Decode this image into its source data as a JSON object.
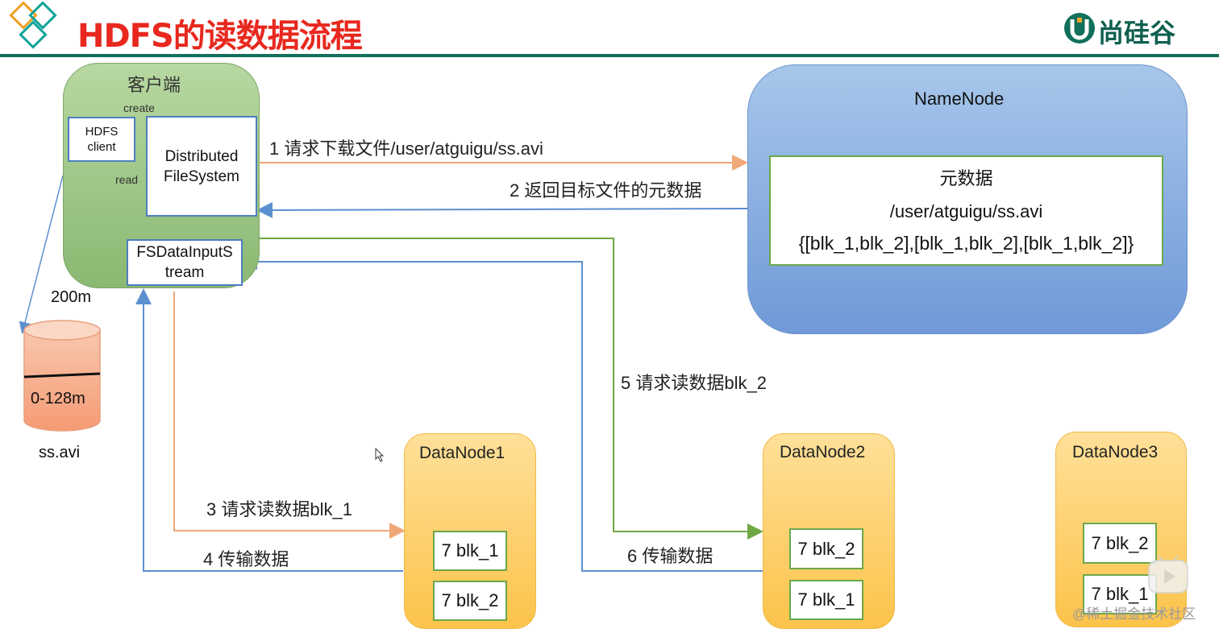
{
  "header": {
    "title": "HDFS的读数据流程",
    "logo_text": "尚硅谷"
  },
  "client": {
    "title": "客户端",
    "create_label": "create",
    "read_label": "read",
    "hdfs_client_label": "HDFS client",
    "dfs_label": "Distributed FileSystem",
    "fsdis_label": "FSDataInputStream"
  },
  "file": {
    "size_label": "200m",
    "range_label": "0-128m",
    "name": "ss.avi"
  },
  "namenode": {
    "title": "NameNode",
    "metadata_title": "元数据",
    "path": "/user/atguigu/ss.avi",
    "blocks": "{[blk_1,blk_2],[blk_1,blk_2],[blk_1,blk_2]}"
  },
  "steps": {
    "s1": "1 请求下载文件/user/atguigu/ss.avi",
    "s2": "2 返回目标文件的元数据",
    "s3": "3 请求读数据blk_1",
    "s4": "4 传输数据",
    "s5": "5 请求读数据blk_2",
    "s6": "6 传输数据"
  },
  "datanodes": [
    {
      "name": "DataNode1",
      "blocks": [
        "7 blk_1",
        "7 blk_2"
      ]
    },
    {
      "name": "DataNode2",
      "blocks": [
        "7 blk_2",
        "7 blk_1"
      ]
    },
    {
      "name": "DataNode3",
      "blocks": [
        "7 blk_2",
        "7 blk_1"
      ]
    }
  ],
  "watermark": "@稀土掘金技术社区",
  "colors": {
    "title": "#e8281e",
    "brand": "#11705c",
    "client": "#8ab872",
    "namenode": "#6f9ad8",
    "datanode": "#fcc34a",
    "arrow_blue": "#5b8fd0",
    "arrow_orange": "#f0a878",
    "arrow_green": "#70a844"
  }
}
